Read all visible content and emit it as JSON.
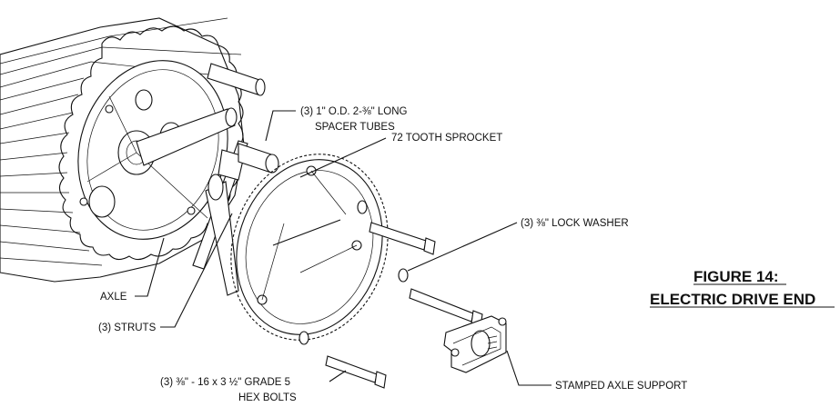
{
  "labels": {
    "spacer_tubes_line1": "(3) 1\" O.D. 2-⅜\" LONG",
    "spacer_tubes_line2": "SPACER TUBES",
    "sprocket": "72 TOOTH SPROCKET",
    "lock_washer": "(3) ⅜\" LOCK WASHER",
    "axle": "AXLE",
    "struts": "(3) STRUTS",
    "bolts_line1": "(3) ⅜\" - 16 x 3 ½\" GRADE 5",
    "bolts_line2": "HEX BOLTS",
    "axle_support": "STAMPED AXLE SUPPORT"
  },
  "figure": {
    "number": "FIGURE 14:",
    "title": "ELECTRIC DRIVE END"
  }
}
